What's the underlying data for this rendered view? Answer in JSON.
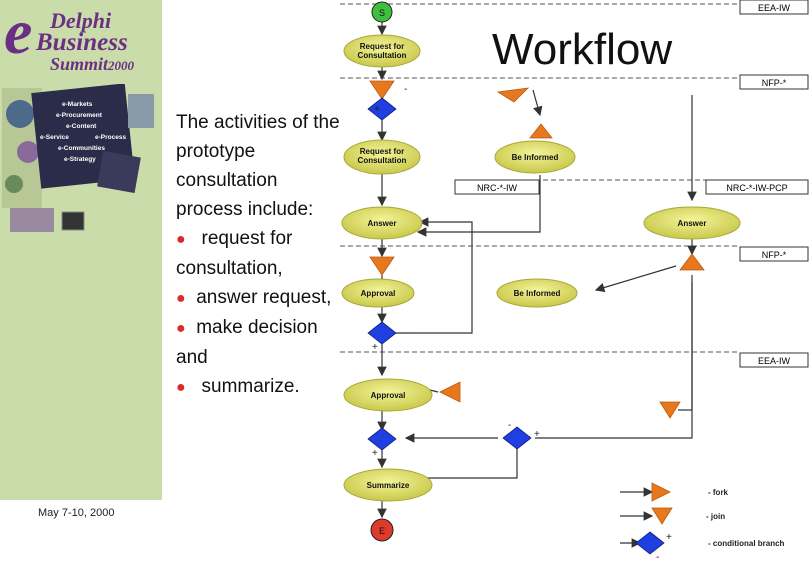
{
  "brand": {
    "logo_e": "e",
    "logo_line1": "Delphi",
    "logo_line2": "Business",
    "logo_line3": "Summit",
    "logo_year": "2000",
    "collage_items": [
      "e-Markets",
      "e-Procurement",
      "e-Content",
      "e-Service",
      "e-Process",
      "e-Communities",
      "e-Strategy"
    ]
  },
  "footer": {
    "date": "May 7-10, 2000"
  },
  "slide": {
    "title": "Workflow",
    "intro": "The activities of the prototype consultation process include:",
    "bullets": [
      "request for consultation,",
      "answer request,",
      "make decision and",
      "summarize."
    ]
  },
  "diagram": {
    "start_label": "S",
    "end_label": "E",
    "lanes": [
      "EEA-IW",
      "NFP-*",
      "NRC-*-IW",
      "NRC-*-IW-PCP",
      "NFP-*",
      "EEA-IW"
    ],
    "nodes": {
      "request1": [
        "Request for",
        "Consultation"
      ],
      "request2": [
        "Request for",
        "Consultation"
      ],
      "be_informed1": "Be Informed",
      "answer1": "Answer",
      "answer2": "Answer",
      "approval1": "Approval",
      "be_informed2": "Be Informed",
      "approval2": "Approval",
      "summarize": "Summarize"
    },
    "branch_marks": {
      "plus": "+",
      "minus": "-"
    },
    "legend": {
      "fork": "- fork",
      "join": "- join",
      "conditional": "- conditional branch"
    },
    "colors": {
      "activity": "#e2e26a",
      "activity_edge": "#a8a83a",
      "start": "#3fbf3f",
      "end": "#e03a2a",
      "triangle": "#e8781e",
      "diamond": "#1f3fe0",
      "sidebar": "#c9dca9",
      "bullet": "#d92b2b"
    }
  }
}
